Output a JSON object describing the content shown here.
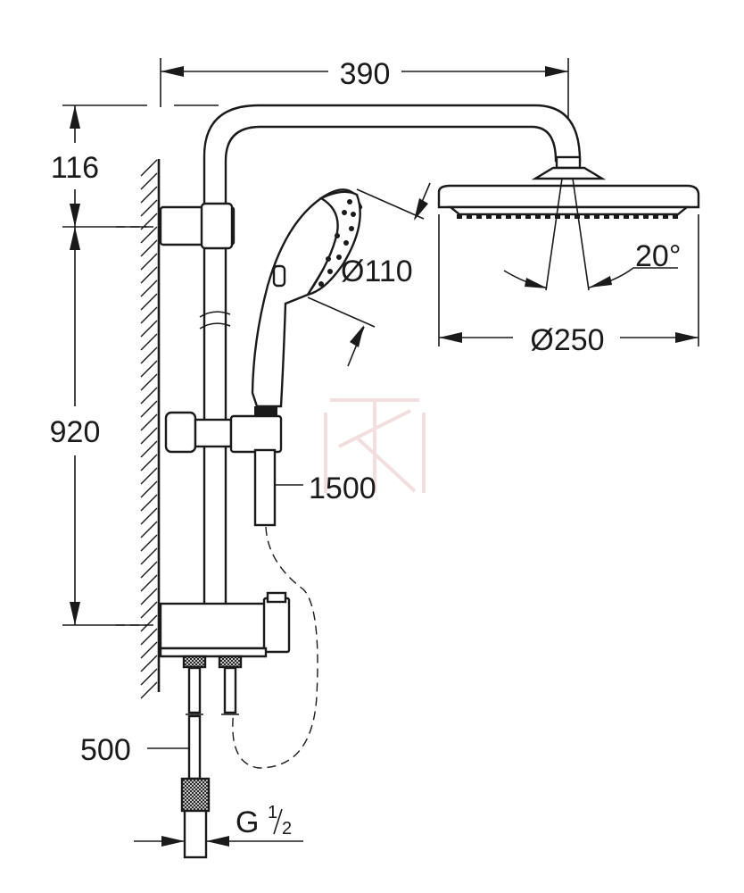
{
  "dimensions": {
    "width_total": "390",
    "top_offset": "116",
    "rail_height": "920",
    "hand_shower_diameter": "Ø110",
    "head_shower_diameter": "Ø250",
    "tilt_angle": "20°",
    "hose_length": "1500",
    "supply_hose_length": "500",
    "thread_main": "G",
    "thread_numerator": "1",
    "thread_denominator": "2"
  }
}
